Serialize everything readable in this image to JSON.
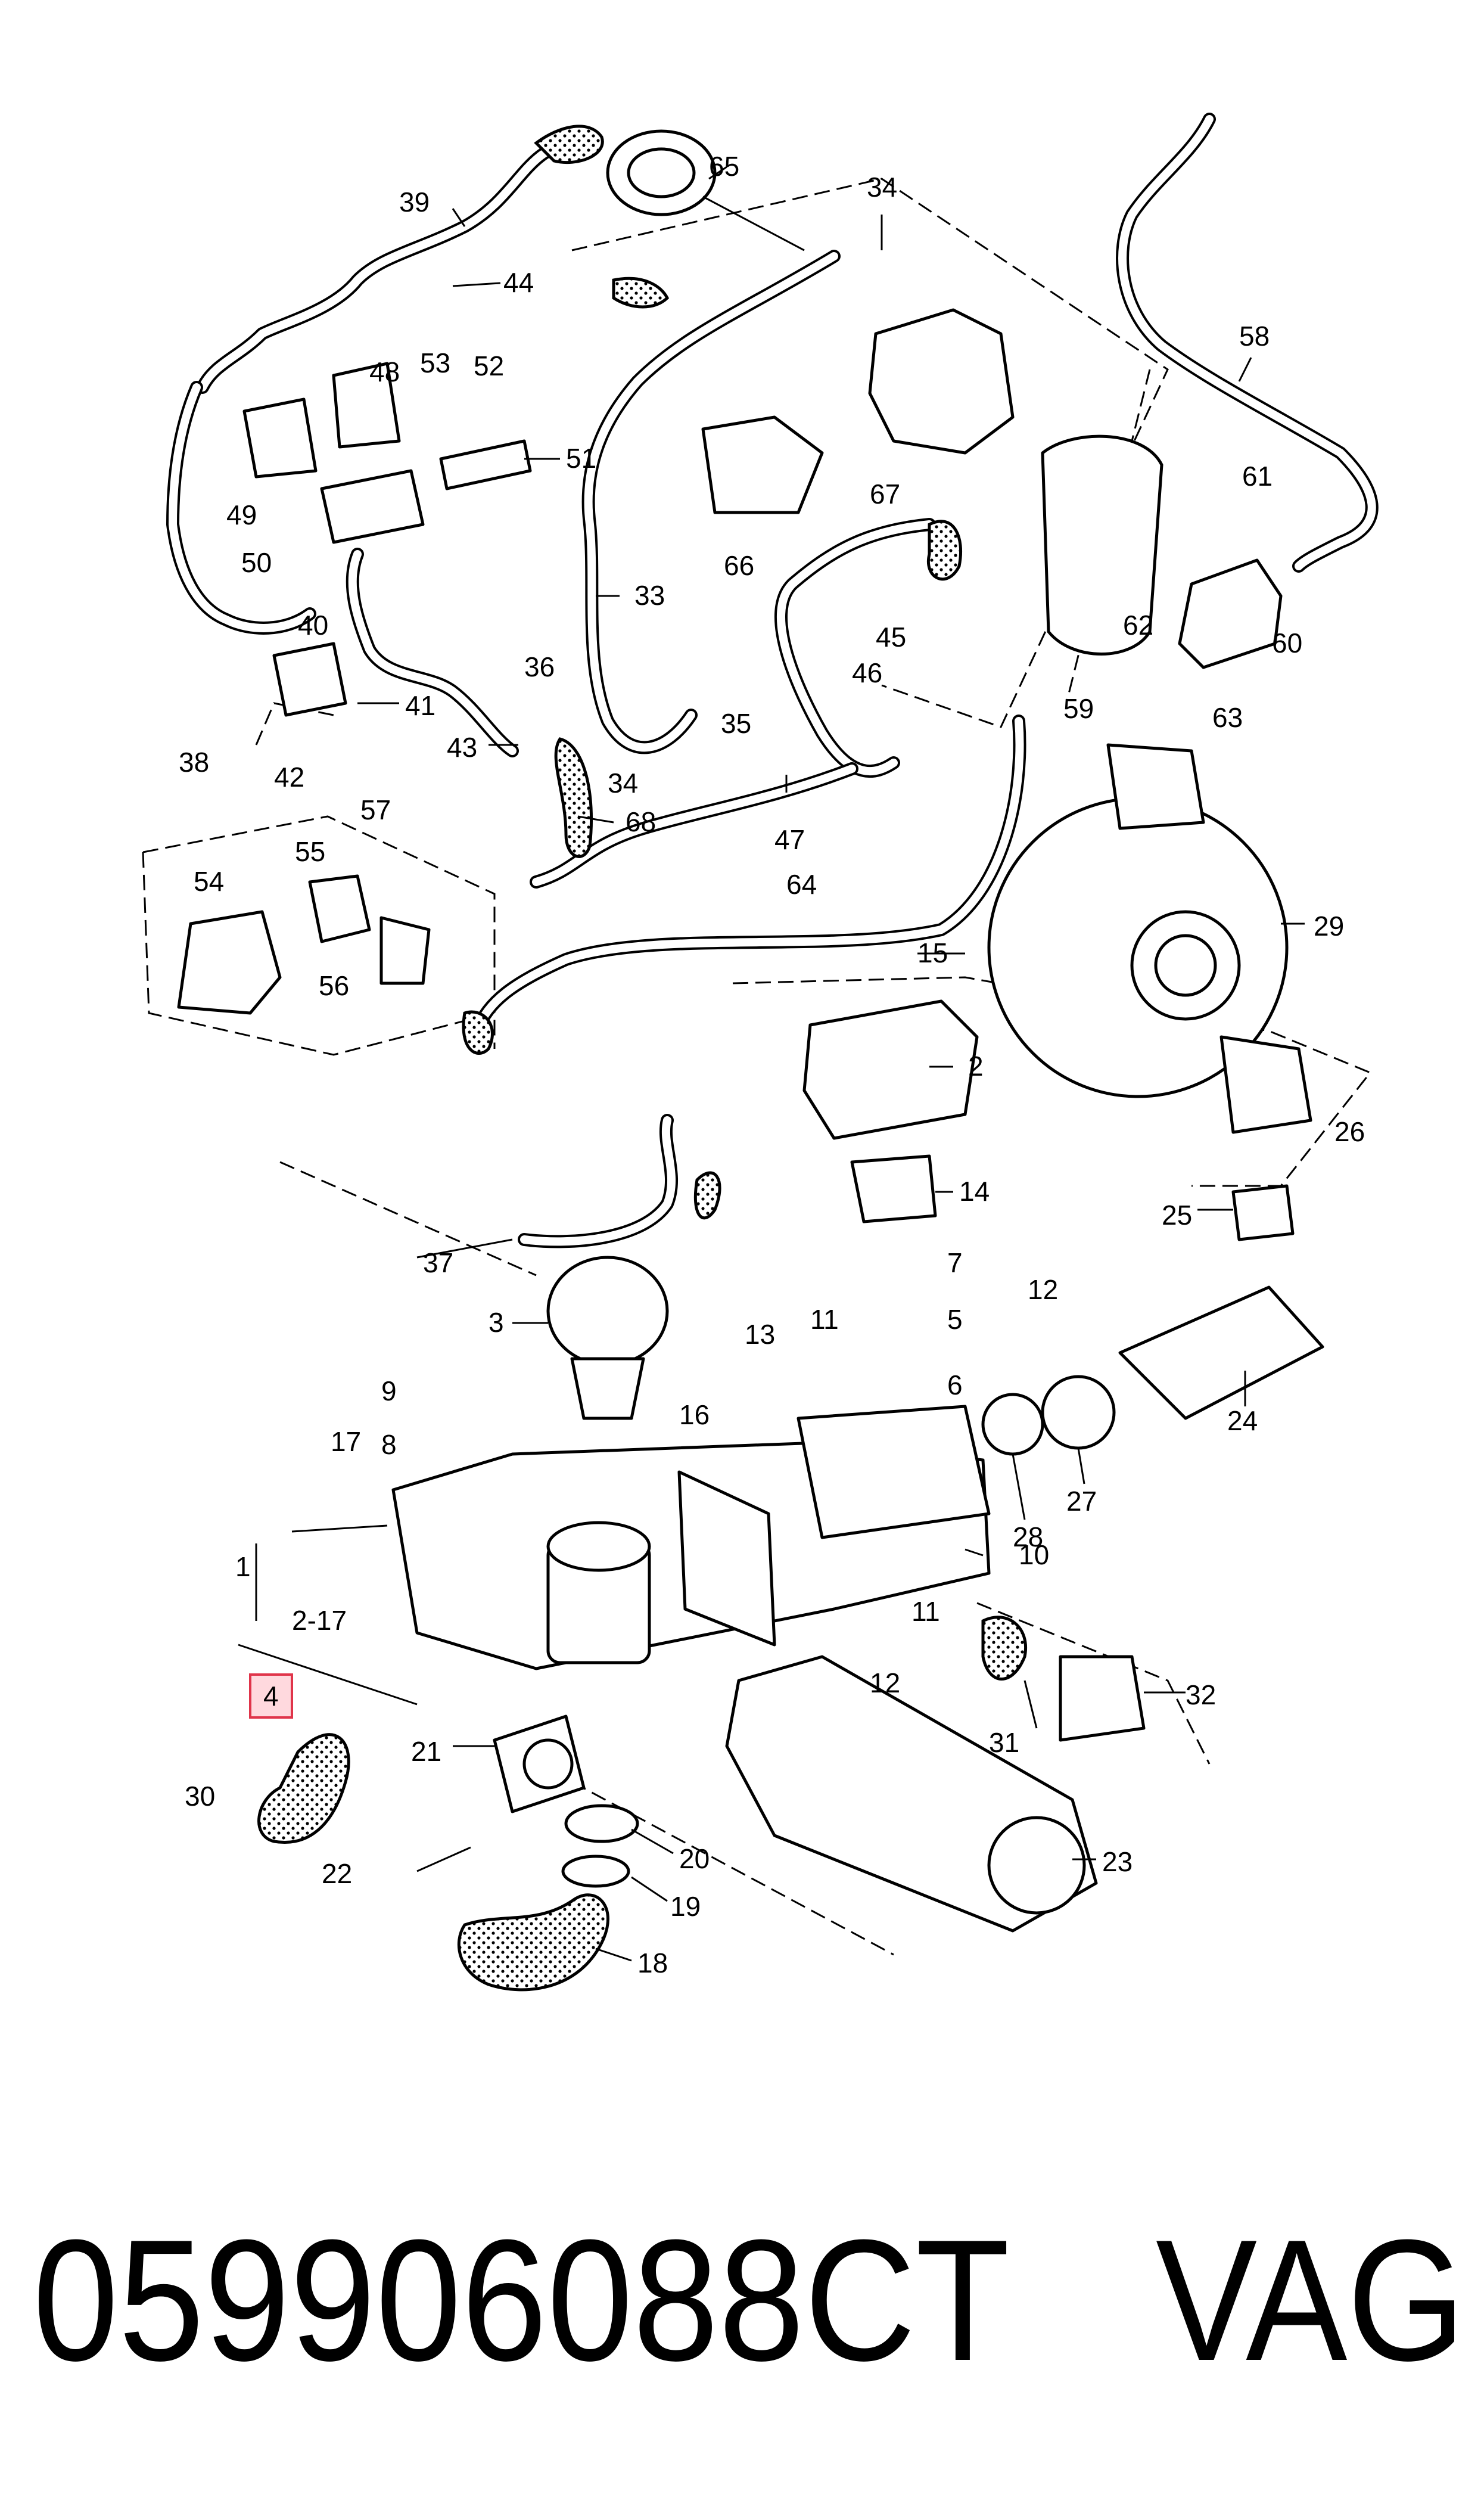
{
  "part_number": "059906088CT",
  "brand": "VAG",
  "callouts": [
    {
      "id": "c1",
      "text": "1"
    },
    {
      "id": "c2",
      "text": "2"
    },
    {
      "id": "c2-17",
      "text": "2-17"
    },
    {
      "id": "c3",
      "text": "3"
    },
    {
      "id": "c4",
      "text": "4"
    },
    {
      "id": "c5",
      "text": "5"
    },
    {
      "id": "c6",
      "text": "6"
    },
    {
      "id": "c7",
      "text": "7"
    },
    {
      "id": "c8",
      "text": "8"
    },
    {
      "id": "c9",
      "text": "9"
    },
    {
      "id": "c10",
      "text": "10"
    },
    {
      "id": "c11a",
      "text": "11"
    },
    {
      "id": "c11b",
      "text": "11"
    },
    {
      "id": "c12a",
      "text": "12"
    },
    {
      "id": "c12b",
      "text": "12"
    },
    {
      "id": "c13",
      "text": "13"
    },
    {
      "id": "c14",
      "text": "14"
    },
    {
      "id": "c15",
      "text": "15"
    },
    {
      "id": "c16",
      "text": "16"
    },
    {
      "id": "c17",
      "text": "17"
    },
    {
      "id": "c18",
      "text": "18"
    },
    {
      "id": "c19",
      "text": "19"
    },
    {
      "id": "c20",
      "text": "20"
    },
    {
      "id": "c21",
      "text": "21"
    },
    {
      "id": "c22",
      "text": "22"
    },
    {
      "id": "c23",
      "text": "23"
    },
    {
      "id": "c24",
      "text": "24"
    },
    {
      "id": "c25",
      "text": "25"
    },
    {
      "id": "c26",
      "text": "26"
    },
    {
      "id": "c27",
      "text": "27"
    },
    {
      "id": "c28",
      "text": "28"
    },
    {
      "id": "c29",
      "text": "29"
    },
    {
      "id": "c30",
      "text": "30"
    },
    {
      "id": "c31",
      "text": "31"
    },
    {
      "id": "c32",
      "text": "32"
    },
    {
      "id": "c33",
      "text": "33"
    },
    {
      "id": "c34a",
      "text": "34"
    },
    {
      "id": "c34b",
      "text": "34"
    },
    {
      "id": "c35",
      "text": "35"
    },
    {
      "id": "c36",
      "text": "36"
    },
    {
      "id": "c37",
      "text": "37"
    },
    {
      "id": "c38",
      "text": "38"
    },
    {
      "id": "c39",
      "text": "39"
    },
    {
      "id": "c40",
      "text": "40"
    },
    {
      "id": "c41",
      "text": "41"
    },
    {
      "id": "c42",
      "text": "42"
    },
    {
      "id": "c43",
      "text": "43"
    },
    {
      "id": "c44",
      "text": "44"
    },
    {
      "id": "c45",
      "text": "45"
    },
    {
      "id": "c46",
      "text": "46"
    },
    {
      "id": "c47",
      "text": "47"
    },
    {
      "id": "c48",
      "text": "48"
    },
    {
      "id": "c49",
      "text": "49"
    },
    {
      "id": "c50",
      "text": "50"
    },
    {
      "id": "c51",
      "text": "51"
    },
    {
      "id": "c52",
      "text": "52"
    },
    {
      "id": "c53",
      "text": "53"
    },
    {
      "id": "c54",
      "text": "54"
    },
    {
      "id": "c55",
      "text": "55"
    },
    {
      "id": "c56",
      "text": "56"
    },
    {
      "id": "c57",
      "text": "57"
    },
    {
      "id": "c58",
      "text": "58"
    },
    {
      "id": "c59",
      "text": "59"
    },
    {
      "id": "c60",
      "text": "60"
    },
    {
      "id": "c61",
      "text": "61"
    },
    {
      "id": "c62",
      "text": "62"
    },
    {
      "id": "c63",
      "text": "63"
    },
    {
      "id": "c64",
      "text": "64"
    },
    {
      "id": "c65",
      "text": "65"
    },
    {
      "id": "c66",
      "text": "66"
    },
    {
      "id": "c67",
      "text": "67"
    },
    {
      "id": "c68",
      "text": "68"
    }
  ],
  "highlighted_callout": "4",
  "colors": {
    "highlight_fill": "#ffd9de",
    "highlight_stroke": "#e0344a",
    "line": "#000000"
  }
}
